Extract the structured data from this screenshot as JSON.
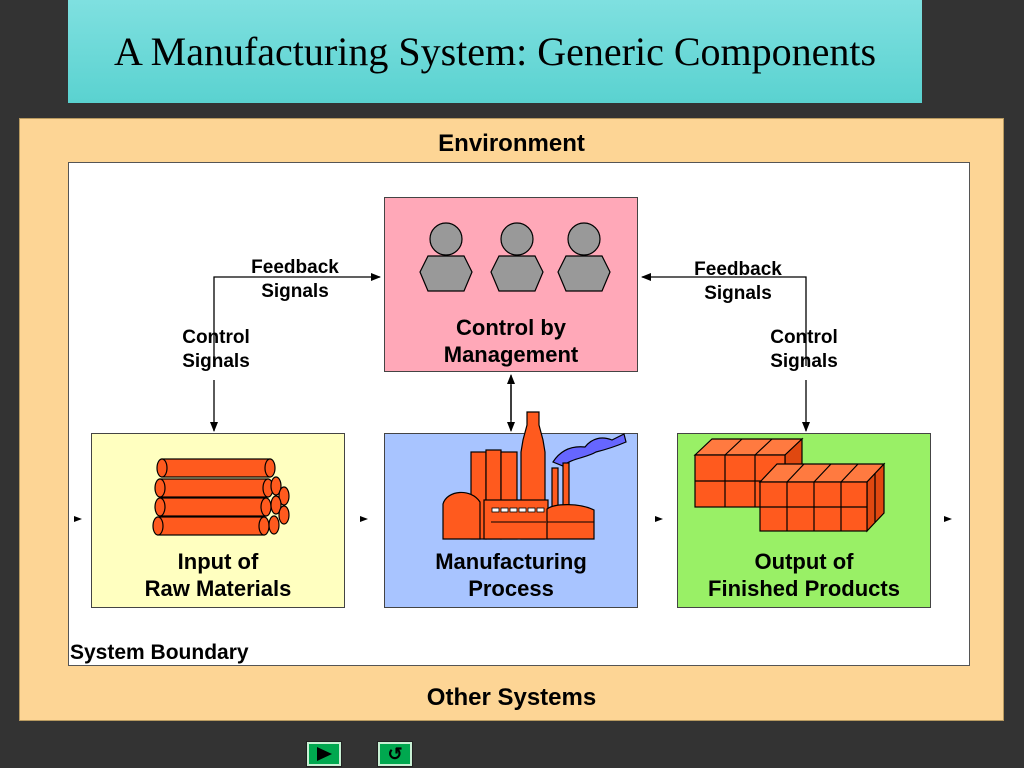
{
  "title": "A Manufacturing System: Generic Components",
  "environment_label": "Environment",
  "other_systems_label": "Other Systems",
  "system_boundary_label": "System Boundary",
  "boxes": {
    "control": {
      "line1": "Control by",
      "line2": "Management"
    },
    "input": {
      "line1": "Input of",
      "line2": "Raw Materials"
    },
    "process": {
      "line1": "Manufacturing",
      "line2": "Process"
    },
    "output": {
      "line1": "Output of",
      "line2": "Finished Products"
    }
  },
  "signals": {
    "feedback_left": {
      "line1": "Feedback",
      "line2": "Signals"
    },
    "feedback_right": {
      "line1": "Feedback",
      "line2": "Signals"
    },
    "control_left": {
      "line1": "Control",
      "line2": "Signals"
    },
    "control_right": {
      "line1": "Control",
      "line2": "Signals"
    }
  },
  "nav": {
    "next_icon": "play-triangle-icon",
    "return_icon": "return-arrow-icon",
    "return_glyph": "↺"
  },
  "colors": {
    "title_bg": "#5ad2d0",
    "environment_bg": "#fdd595",
    "control_box": "#ffa8b8",
    "input_box": "#ffffc0",
    "process_box": "#a8c4ff",
    "output_box": "#99f066",
    "icon_orange": "#ff5a1e",
    "smoke": "#6666ff",
    "nav_button": "#00a84f"
  }
}
